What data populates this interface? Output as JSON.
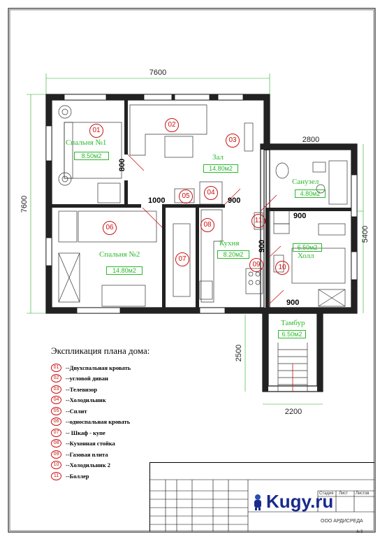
{
  "dimensions": {
    "top_width": "7600",
    "left_height": "7600",
    "bath_width": "2800",
    "right_height": "5400",
    "vestibule_height": "2500",
    "vestibule_width": "2200",
    "door_bedroom1": "800",
    "door_hall_left": "1000",
    "door_hall_right": "900",
    "door_bath": "900",
    "door_kitchen": "900",
    "door_entry": "900"
  },
  "rooms": {
    "bedroom1": {
      "name": "Спальня №1",
      "area": "8.50м2"
    },
    "bedroom2": {
      "name": "Спальня №2",
      "area": "14.80м2"
    },
    "hall": {
      "name": "Зал",
      "area": "14.80м2"
    },
    "bath": {
      "name": "Санузел",
      "area": "4.80м2"
    },
    "kitchen": {
      "name": "Кухня",
      "area": "8.20м2"
    },
    "lobby": {
      "name": "Холл",
      "area": "6.50м2"
    },
    "vestibule": {
      "name": "Тамбур",
      "area": "6.50м2"
    }
  },
  "markers": [
    "01",
    "02",
    "03",
    "04",
    "05",
    "06",
    "07",
    "08",
    "09",
    "10",
    "11"
  ],
  "legend": {
    "title": "Экспликация плана дома:",
    "items": [
      {
        "num": "01",
        "text": "--Двухспальная кровать"
      },
      {
        "num": "02",
        "text": "--угловой диван"
      },
      {
        "num": "03",
        "text": "--Телевизор"
      },
      {
        "num": "04",
        "text": "--Холодильник"
      },
      {
        "num": "05",
        "text": "--Сплит"
      },
      {
        "num": "06",
        "text": "--односпальная кровать"
      },
      {
        "num": "07",
        "text": "-- Шкаф - купе"
      },
      {
        "num": "08",
        "text": "--Кухонная стойка"
      },
      {
        "num": "09",
        "text": "--Газовая плита"
      },
      {
        "num": "10",
        "text": "--Холодильник 2"
      },
      {
        "num": "11",
        "text": "--Боллер"
      }
    ]
  },
  "title_block": {
    "col1": "Стадия",
    "col2": "Лист",
    "col3": "Листов",
    "logo": "Kugy.ru",
    "company": "ООО АРДИСРЕДА",
    "sheet": "А-3"
  },
  "colors": {
    "wall": "#111111",
    "room_text": "#2bb82b",
    "marker": "#cc1111",
    "logo": "#1a2a8c"
  }
}
